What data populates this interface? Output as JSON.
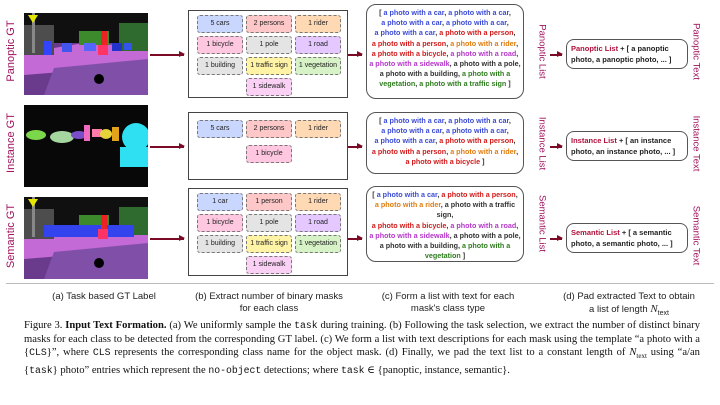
{
  "rows": [
    {
      "label": "Panoptic GT",
      "chips": [
        {
          "text": "5 cars",
          "bg": "#c9d7ff"
        },
        {
          "text": "2 persons",
          "bg": "#ffc8c8"
        },
        {
          "text": "1 rider",
          "bg": "#ffd9b3"
        },
        {
          "text": "1 bicycle",
          "bg": "#ffc8e0"
        },
        {
          "text": "1 pole",
          "bg": "#e4e4e4"
        },
        {
          "text": "1 road",
          "bg": "#e4c8ff"
        },
        {
          "text": "1 building",
          "bg": "#e4e4e4"
        },
        {
          "text": "1 traffic sign",
          "bg": "#fff3a6"
        },
        {
          "text": "1 vegetation",
          "bg": "#d6f2c6"
        },
        {
          "text": "1 sidewalk",
          "bg": "#fbd0f5"
        }
      ],
      "list_label": "Panoptic List",
      "list_lines": [
        [
          {
            "t": "[ ",
            "c": "dark"
          },
          {
            "t": "a photo with a car",
            "c": "blue"
          },
          {
            "t": ", ",
            "c": "dark"
          },
          {
            "t": "a photo with a car",
            "c": "blue"
          },
          {
            "t": ",",
            "c": "dark"
          }
        ],
        [
          {
            "t": "a photo with a car",
            "c": "blue"
          },
          {
            "t": ", ",
            "c": "dark"
          },
          {
            "t": "a photo with a car",
            "c": "blue"
          },
          {
            "t": ",",
            "c": "dark"
          }
        ],
        [
          {
            "t": "a photo with a car",
            "c": "blue"
          },
          {
            "t": ", ",
            "c": "dark"
          },
          {
            "t": "a photo with a person",
            "c": "red"
          },
          {
            "t": ",",
            "c": "dark"
          }
        ],
        [
          {
            "t": "a photo with a person",
            "c": "red"
          },
          {
            "t": ", ",
            "c": "dark"
          },
          {
            "t": "a photo with a rider",
            "c": "orange"
          },
          {
            "t": ",",
            "c": "dark"
          }
        ],
        [
          {
            "t": "a photo with a bicycle",
            "c": "red"
          },
          {
            "t": ", ",
            "c": "dark"
          },
          {
            "t": "a photo with a road",
            "c": "purple"
          },
          {
            "t": ",",
            "c": "dark"
          }
        ],
        [
          {
            "t": "a photo with a sidewalk",
            "c": "purple"
          },
          {
            "t": ", a photo with a pole,",
            "c": "dark"
          }
        ],
        [
          {
            "t": "a photo with a building, ",
            "c": "dark"
          },
          {
            "t": "a photo with a",
            "c": "green"
          }
        ],
        [
          {
            "t": "vegetation",
            "c": "green"
          },
          {
            "t": ", ",
            "c": "dark"
          },
          {
            "t": "a photo with a traffic sign",
            "c": "green"
          },
          {
            "t": " ]",
            "c": "dark"
          }
        ]
      ],
      "text_label": "Panoptic Text",
      "final_list": "Panoptic List",
      "final_rest1": " + [ a panoptic",
      "final_rest2": "photo, a panoptic photo, ... ]"
    },
    {
      "label": "Instance GT",
      "chips": [
        {
          "text": "5 cars",
          "bg": "#c9d7ff"
        },
        {
          "text": "2 persons",
          "bg": "#ffc8c8"
        },
        {
          "text": "1 rider",
          "bg": "#ffd9b3"
        },
        {
          "text": "1 bicycle",
          "bg": "#ffc8e0"
        }
      ],
      "list_label": "Instance List",
      "list_lines": [
        [
          {
            "t": "[ ",
            "c": "dark"
          },
          {
            "t": "a photo with a car",
            "c": "blue"
          },
          {
            "t": ", ",
            "c": "dark"
          },
          {
            "t": "a photo with a car",
            "c": "blue"
          },
          {
            "t": ",",
            "c": "dark"
          }
        ],
        [
          {
            "t": "a photo with a car",
            "c": "blue"
          },
          {
            "t": ", ",
            "c": "dark"
          },
          {
            "t": "a photo with a car",
            "c": "blue"
          },
          {
            "t": ",",
            "c": "dark"
          }
        ],
        [
          {
            "t": "a photo with a car",
            "c": "blue"
          },
          {
            "t": ", ",
            "c": "dark"
          },
          {
            "t": "a photo with a person",
            "c": "red"
          },
          {
            "t": ",",
            "c": "dark"
          }
        ],
        [
          {
            "t": "a photo with a person",
            "c": "red"
          },
          {
            "t": ", ",
            "c": "dark"
          },
          {
            "t": "a photo with a rider",
            "c": "orange"
          },
          {
            "t": ",",
            "c": "dark"
          }
        ],
        [
          {
            "t": "a photo with a bicycle",
            "c": "red"
          },
          {
            "t": " ]",
            "c": "dark"
          }
        ]
      ],
      "text_label": "Instance Text",
      "final_list": "Instance List",
      "final_rest1": " + [ an instance",
      "final_rest2": "photo, an instance photo, ... ]"
    },
    {
      "label": "Semantic GT",
      "chips": [
        {
          "text": "1 car",
          "bg": "#c9d7ff"
        },
        {
          "text": "1 person",
          "bg": "#ffc8c8"
        },
        {
          "text": "1 rider",
          "bg": "#ffd9b3"
        },
        {
          "text": "1 bicycle",
          "bg": "#ffc8e0"
        },
        {
          "text": "1 pole",
          "bg": "#e4e4e4"
        },
        {
          "text": "1 road",
          "bg": "#e4c8ff"
        },
        {
          "text": "1 building",
          "bg": "#e4e4e4"
        },
        {
          "text": "1 traffic sign",
          "bg": "#fff3a6"
        },
        {
          "text": "1 vegetation",
          "bg": "#d6f2c6"
        },
        {
          "text": "1 sidewalk",
          "bg": "#fbd0f5"
        }
      ],
      "list_label": "Semantic List",
      "list_lines": [
        [
          {
            "t": "[ ",
            "c": "dark"
          },
          {
            "t": "a photo with a car",
            "c": "blue"
          },
          {
            "t": ", ",
            "c": "dark"
          },
          {
            "t": "a photo with a person",
            "c": "red"
          },
          {
            "t": ",",
            "c": "dark"
          }
        ],
        [
          {
            "t": "a photo with a rider",
            "c": "orange"
          },
          {
            "t": ", a photo with a traffic sign,",
            "c": "dark"
          }
        ],
        [
          {
            "t": "a photo with a bicycle",
            "c": "red"
          },
          {
            "t": ", ",
            "c": "dark"
          },
          {
            "t": "a photo with a road",
            "c": "purple"
          },
          {
            "t": ",",
            "c": "dark"
          }
        ],
        [
          {
            "t": "a photo with a sidewalk",
            "c": "purple"
          },
          {
            "t": ", a photo with a pole,",
            "c": "dark"
          }
        ],
        [
          {
            "t": "a photo with a building, ",
            "c": "dark"
          },
          {
            "t": "a photo with a",
            "c": "green"
          }
        ],
        [
          {
            "t": "vegetation",
            "c": "green"
          },
          {
            "t": " ]",
            "c": "dark"
          }
        ]
      ],
      "text_label": "Semantic Text",
      "final_list": "Semantic List",
      "final_rest1": " + [ a semantic",
      "final_rest2": "photo, a semantic photo, ... ]"
    }
  ],
  "steps": {
    "a": "(a) Task based GT Label",
    "b1": "(b) Extract number of binary masks",
    "b2": "for each class",
    "c1": "(c) Form a list with text for each",
    "c2": "mask's class type",
    "d1": "(d) Pad extracted Text to obtain",
    "d2": "a list of length",
    "d_sym": "N",
    "d_sub": "text"
  },
  "caption": {
    "fig": "Figure 3.",
    "title": "Input Text Formation.",
    "s1": " (a) We uniformly sample the ",
    "task": "task",
    "s2": " during training. (b) Following the task selection, we extract the number of distinct binary masks for each class to be detected from the corresponding GT label. (c) We form a list with text descriptions for each mask using the template “a photo with a {",
    "cls": "CLS",
    "s3": "}”, where ",
    "cls2": "CLS",
    "s4": " represents the corresponding class name for the object mask. (d) Finally, we pad the text list to a constant length of ",
    "ntext_sym": "N",
    "ntext_sub": "text",
    "s5": " using “a/an {",
    "task2": "task",
    "s6": "} photo” entries which represent the ",
    "noobj": "no-object",
    "s7": " detections; where ",
    "task3": "task",
    "s8": " ∈ {panoptic, instance, semantic}."
  },
  "colors": {
    "accent": "#a0135f",
    "arrow": "#7a0a25",
    "blue": "#3b4bd6",
    "red": "#d11a1a",
    "orange": "#e07d10",
    "purple": "#b437c9",
    "green": "#2f7d1f"
  }
}
